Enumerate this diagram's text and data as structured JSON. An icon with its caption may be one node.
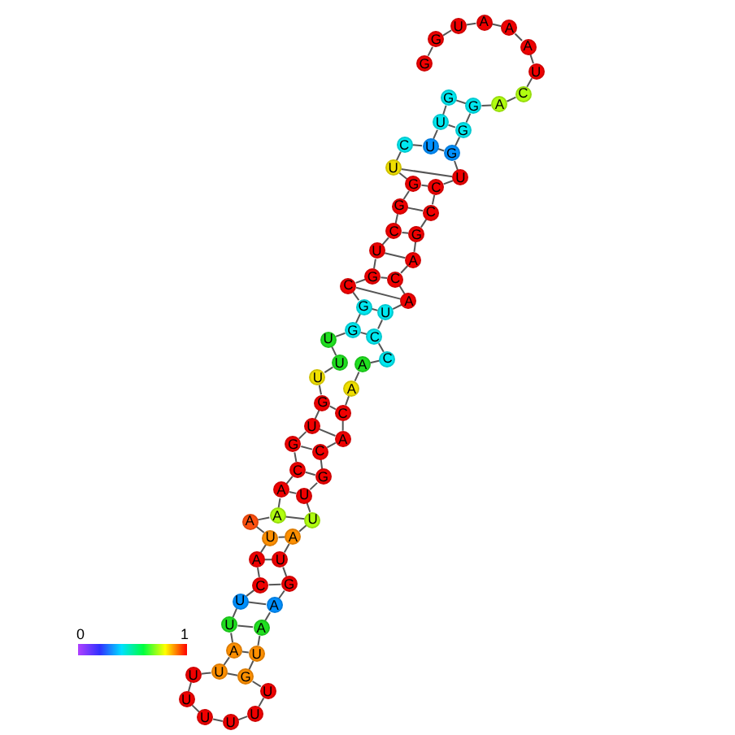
{
  "diagram": {
    "nodes": [
      {
        "text": [
          "G"
        ]
      },
      {
        "text": [
          "U"
        ]
      },
      {
        "text": [
          "U"
        ]
      },
      {
        "text": [
          "C"
        ]
      },
      {
        "text": [
          "U"
        ]
      },
      {
        "text": [
          "G"
        ]
      },
      {
        "text": [
          "G"
        ]
      },
      {
        "text": [
          "C"
        ]
      },
      {
        "text": [
          "U"
        ]
      },
      {
        "text": [
          "G"
        ]
      },
      {
        "text": [
          "C"
        ]
      },
      {
        "text": [
          "G"
        ]
      },
      {
        "text": [
          "G"
        ]
      },
      {
        "text": [
          "U"
        ]
      },
      {
        "text": [
          "U"
        ]
      },
      {
        "text": [
          "U"
        ]
      },
      {
        "text": [
          "G"
        ]
      },
      {
        "text": [
          "U"
        ]
      },
      {
        "text": [
          "G"
        ]
      },
      {
        "text": [
          "C"
        ]
      },
      {
        "text": [
          "A"
        ]
      },
      {
        "text": [
          "A"
        ]
      },
      {
        "text": [
          "A"
        ]
      },
      {
        "text": [
          "U"
        ]
      },
      {
        "text": [
          "A"
        ]
      },
      {
        "text": [
          "C"
        ]
      },
      {
        "text": [
          "U"
        ]
      },
      {
        "text": [
          "U"
        ]
      },
      {
        "text": [
          "A"
        ]
      },
      {
        "text": [
          "U"
        ]
      },
      {
        "text": [
          "U"
        ]
      },
      {
        "text": [
          "U"
        ]
      },
      {
        "text": [
          "U"
        ]
      },
      {
        "text": [
          "U"
        ]
      },
      {
        "text": [
          "U"
        ]
      },
      {
        "text": [
          "U"
        ]
      },
      {
        "text": [
          "G"
        ]
      },
      {
        "text": [
          "U"
        ]
      },
      {
        "text": [
          "A"
        ]
      },
      {
        "text": [
          "A"
        ]
      },
      {
        "text": [
          "G"
        ]
      },
      {
        "text": [
          "U"
        ]
      },
      {
        "text": [
          "A"
        ]
      },
      {
        "text": [
          "U"
        ]
      },
      {
        "text": [
          "U"
        ]
      },
      {
        "text": [
          "G"
        ]
      },
      {
        "text": [
          "C"
        ]
      },
      {
        "text": [
          "A"
        ]
      },
      {
        "text": [
          "C"
        ]
      },
      {
        "text": [
          "A"
        ]
      },
      {
        "text": [
          "A"
        ]
      },
      {
        "text": [
          "C"
        ]
      },
      {
        "text": [
          "C"
        ]
      },
      {
        "text": [
          "U"
        ]
      },
      {
        "text": [
          "A"
        ]
      },
      {
        "text": [
          "C"
        ]
      },
      {
        "text": [
          "A"
        ]
      },
      {
        "text": [
          "G"
        ]
      },
      {
        "text": [
          "C"
        ]
      },
      {
        "text": [
          "C"
        ]
      },
      {
        "text": [
          "U"
        ]
      },
      {
        "text": [
          "G"
        ]
      },
      {
        "text": [
          "G"
        ]
      },
      {
        "text": [
          "G"
        ]
      },
      {
        "text": [
          "A"
        ]
      },
      {
        "text": [
          "C"
        ]
      },
      {
        "text": [
          "U"
        ]
      },
      {
        "text": [
          "A"
        ]
      },
      {
        "text": [
          "A"
        ]
      },
      {
        "text": [
          "A"
        ]
      },
      {
        "text": [
          "U"
        ]
      },
      {
        "text": [
          "G"
        ]
      },
      {
        "text": [
          "G"
        ]
      }
    ],
    "edges": [
      {
        "from": 0,
        "to": 1,
        "arrow": "none"
      },
      {
        "from": 1,
        "to": 2,
        "arrow": "none"
      },
      {
        "from": 2,
        "to": 3,
        "arrow": "none"
      },
      {
        "from": 3,
        "to": 4,
        "arrow": "none"
      },
      {
        "from": 4,
        "to": 5,
        "arrow": "none"
      },
      {
        "from": 5,
        "to": 6,
        "arrow": "none"
      },
      {
        "from": 6,
        "to": 7,
        "arrow": "none"
      },
      {
        "from": 7,
        "to": 8,
        "arrow": "none"
      },
      {
        "from": 8,
        "to": 9,
        "arrow": "none"
      },
      {
        "from": 9,
        "to": 10,
        "arrow": "none"
      },
      {
        "from": 10,
        "to": 11,
        "arrow": "none"
      },
      {
        "from": 11,
        "to": 12,
        "arrow": "none"
      },
      {
        "from": 12,
        "to": 13,
        "arrow": "none"
      },
      {
        "from": 13,
        "to": 14,
        "arrow": "none"
      },
      {
        "from": 14,
        "to": 15,
        "arrow": "none"
      },
      {
        "from": 15,
        "to": 16,
        "arrow": "none"
      },
      {
        "from": 16,
        "to": 17,
        "arrow": "none"
      },
      {
        "from": 17,
        "to": 18,
        "arrow": "none"
      },
      {
        "from": 18,
        "to": 19,
        "arrow": "none"
      },
      {
        "from": 19,
        "to": 20,
        "arrow": "none"
      },
      {
        "from": 20,
        "to": 21,
        "arrow": "none"
      },
      {
        "from": 21,
        "to": 22,
        "arrow": "none"
      },
      {
        "from": 22,
        "to": 23,
        "arrow": "none"
      },
      {
        "from": 23,
        "to": 24,
        "arrow": "none"
      },
      {
        "from": 24,
        "to": 25,
        "arrow": "none"
      },
      {
        "from": 25,
        "to": 26,
        "arrow": "none"
      },
      {
        "from": 26,
        "to": 27,
        "arrow": "none"
      },
      {
        "from": 27,
        "to": 28,
        "arrow": "none"
      },
      {
        "from": 28,
        "to": 29,
        "arrow": "none"
      },
      {
        "from": 29,
        "to": 30,
        "arrow": "none"
      },
      {
        "from": 30,
        "to": 31,
        "arrow": "none"
      },
      {
        "from": 31,
        "to": 32,
        "arrow": "none"
      },
      {
        "from": 32,
        "to": 33,
        "arrow": "none"
      },
      {
        "from": 33,
        "to": 34,
        "arrow": "none"
      },
      {
        "from": 34,
        "to": 35,
        "arrow": "none"
      },
      {
        "from": 35,
        "to": 36,
        "arrow": "none"
      },
      {
        "from": 36,
        "to": 37,
        "arrow": "none"
      },
      {
        "from": 37,
        "to": 38,
        "arrow": "none"
      },
      {
        "from": 38,
        "to": 39,
        "arrow": "none"
      },
      {
        "from": 39,
        "to": 40,
        "arrow": "none"
      },
      {
        "from": 40,
        "to": 41,
        "arrow": "none"
      },
      {
        "from": 41,
        "to": 42,
        "arrow": "none"
      },
      {
        "from": 42,
        "to": 43,
        "arrow": "none"
      },
      {
        "from": 43,
        "to": 44,
        "arrow": "none"
      },
      {
        "from": 44,
        "to": 45,
        "arrow": "none"
      },
      {
        "from": 45,
        "to": 46,
        "arrow": "none"
      },
      {
        "from": 46,
        "to": 47,
        "arrow": "none"
      },
      {
        "from": 47,
        "to": 48,
        "arrow": "none"
      },
      {
        "from": 48,
        "to": 49,
        "arrow": "none"
      },
      {
        "from": 49,
        "to": 50,
        "arrow": "none"
      },
      {
        "from": 50,
        "to": 51,
        "arrow": "none"
      },
      {
        "from": 51,
        "to": 52,
        "arrow": "none"
      },
      {
        "from": 52,
        "to": 53,
        "arrow": "none"
      },
      {
        "from": 53,
        "to": 54,
        "arrow": "none"
      },
      {
        "from": 54,
        "to": 55,
        "arrow": "none"
      },
      {
        "from": 55,
        "to": 56,
        "arrow": "none"
      },
      {
        "from": 56,
        "to": 57,
        "arrow": "none"
      },
      {
        "from": 57,
        "to": 58,
        "arrow": "none"
      },
      {
        "from": 58,
        "to": 59,
        "arrow": "none"
      },
      {
        "from": 59,
        "to": 60,
        "arrow": "none"
      },
      {
        "from": 60,
        "to": 61,
        "arrow": "none"
      },
      {
        "from": 61,
        "to": 62,
        "arrow": "none"
      },
      {
        "from": 62,
        "to": 63,
        "arrow": "none"
      },
      {
        "from": 63,
        "to": 64,
        "arrow": "none"
      },
      {
        "from": 64,
        "to": 65,
        "arrow": "none"
      },
      {
        "from": 65,
        "to": 66,
        "arrow": "none"
      },
      {
        "from": 66,
        "to": 67,
        "arrow": "none"
      },
      {
        "from": 67,
        "to": 68,
        "arrow": "none"
      },
      {
        "from": 68,
        "to": 69,
        "arrow": "none"
      },
      {
        "from": 69,
        "to": 70,
        "arrow": "none"
      },
      {
        "from": 70,
        "to": 71,
        "arrow": "none"
      },
      {
        "from": 71,
        "to": 72,
        "arrow": "none"
      },
      {
        "from": 0,
        "to": 63,
        "arrow": "none"
      },
      {
        "from": 1,
        "to": 62,
        "arrow": "none"
      },
      {
        "from": 2,
        "to": 61,
        "arrow": "none"
      },
      {
        "from": 4,
        "to": 60,
        "arrow": "none"
      },
      {
        "from": 5,
        "to": 59,
        "arrow": "none"
      },
      {
        "from": 6,
        "to": 58,
        "arrow": "none"
      },
      {
        "from": 7,
        "to": 57,
        "arrow": "none"
      },
      {
        "from": 8,
        "to": 56,
        "arrow": "none"
      },
      {
        "from": 9,
        "to": 55,
        "arrow": "none"
      },
      {
        "from": 10,
        "to": 54,
        "arrow": "none"
      },
      {
        "from": 11,
        "to": 53,
        "arrow": "none"
      },
      {
        "from": 12,
        "to": 52,
        "arrow": "none"
      },
      {
        "from": 16,
        "to": 48,
        "arrow": "none"
      },
      {
        "from": 17,
        "to": 47,
        "arrow": "none"
      },
      {
        "from": 18,
        "to": 46,
        "arrow": "none"
      },
      {
        "from": 19,
        "to": 45,
        "arrow": "none"
      },
      {
        "from": 20,
        "to": 44,
        "arrow": "none"
      },
      {
        "from": 21,
        "to": 43,
        "arrow": "none"
      },
      {
        "from": 23,
        "to": 42,
        "arrow": "none"
      },
      {
        "from": 24,
        "to": 41,
        "arrow": "none"
      },
      {
        "from": 25,
        "to": 40,
        "arrow": "none"
      },
      {
        "from": 26,
        "to": 39,
        "arrow": "none"
      },
      {
        "from": 27,
        "to": 38,
        "arrow": "none"
      },
      {
        "from": 28,
        "to": 37,
        "arrow": "none"
      },
      {
        "from": 29,
        "to": 36,
        "arrow": "none"
      }
    ],
    "labels": [
      "0",
      "1"
    ]
  }
}
